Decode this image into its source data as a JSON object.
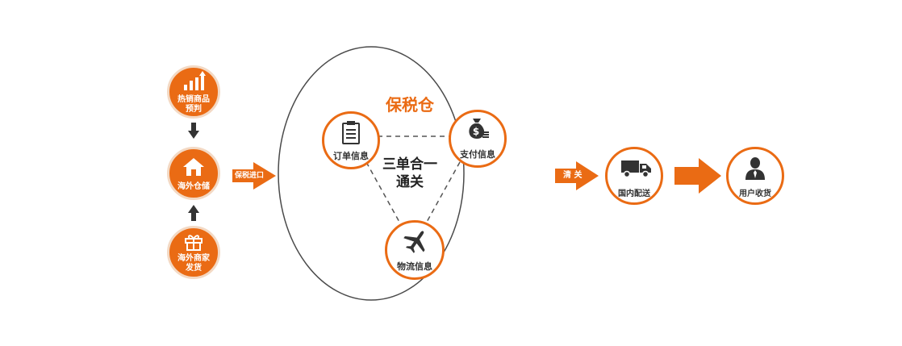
{
  "left_column": {
    "hot_goods": "热销商品",
    "hot_goods_line2": "预判",
    "warehouse": "海外仓储",
    "merchant": "海外商家",
    "merchant_line2": "发货"
  },
  "bonded_arrow_label": "保税进口",
  "center": {
    "title": "保税仓",
    "order_info": "订单信息",
    "payment_info": "支付信息",
    "logistics_info": "物流信息",
    "merge_line1": "三单合一",
    "merge_line2": "通关"
  },
  "clearance_label": "清 关",
  "right": {
    "domestic_delivery": "国内配送",
    "user_receipt": "用户收货"
  },
  "colors": {
    "accent": "#ea6b14",
    "dark": "#333333"
  },
  "icons": [
    "bar-chart-icon",
    "house-icon",
    "gift-icon",
    "clipboard-icon",
    "money-bag-icon",
    "airplane-icon",
    "truck-icon",
    "user-icon"
  ]
}
